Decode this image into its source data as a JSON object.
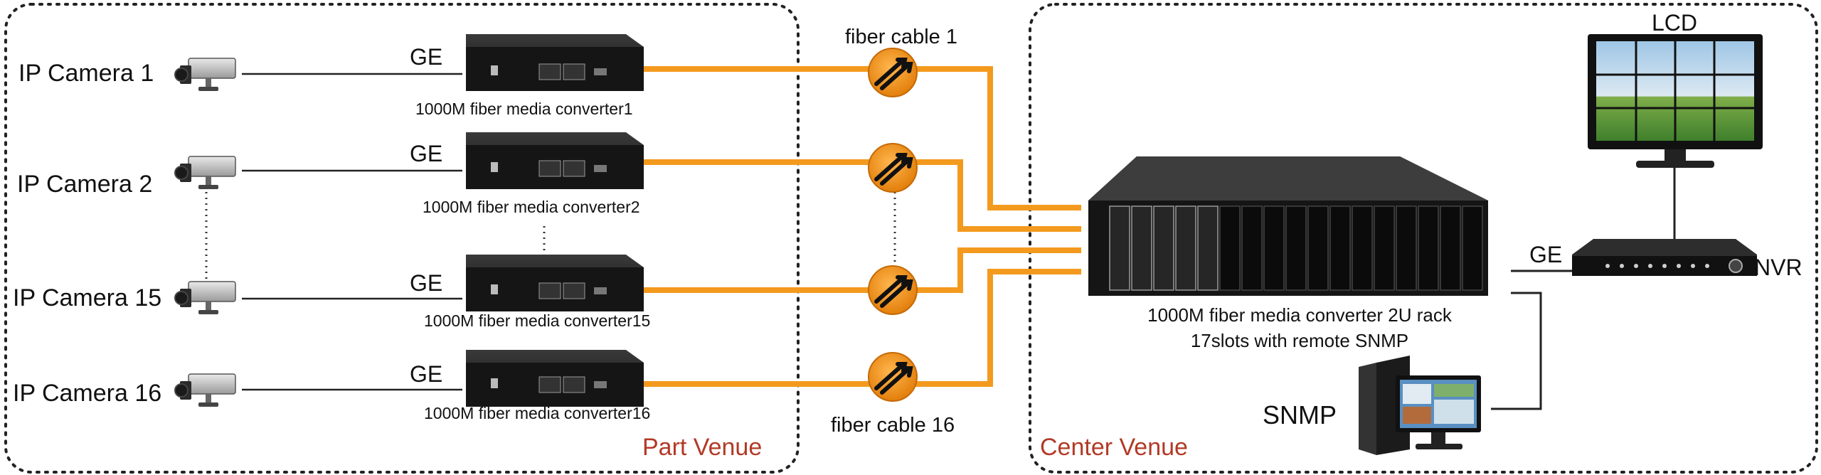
{
  "part_venue": {
    "title": "Part Venue",
    "cameras": [
      {
        "label": "IP Camera  1"
      },
      {
        "label": "IP Camera  2"
      },
      {
        "label": "IP Camera  15"
      },
      {
        "label": "IP Camera  16"
      }
    ],
    "link_label": "GE",
    "converters": [
      {
        "label": "1000M fiber media converter1"
      },
      {
        "label": "1000M fiber media converter2"
      },
      {
        "label": "1000M fiber media converter15"
      },
      {
        "label": "1000M fiber media converter16"
      }
    ]
  },
  "fiber": {
    "first_label": "fiber cable 1",
    "last_label": "fiber cable 16"
  },
  "center_venue": {
    "title": "Center Venue",
    "rack_line1": "1000M fiber media converter 2U rack",
    "rack_line2": "17slots with remote SNMP",
    "lcd_label": "LCD",
    "nvr_label": "NVR",
    "nvr_link_label": "GE",
    "snmp_label": "SNMP"
  },
  "colors": {
    "fiber": "#f39a1e",
    "venue_title": "#b23a26",
    "device_dark": "#1c1c1c",
    "border": "#222222"
  }
}
